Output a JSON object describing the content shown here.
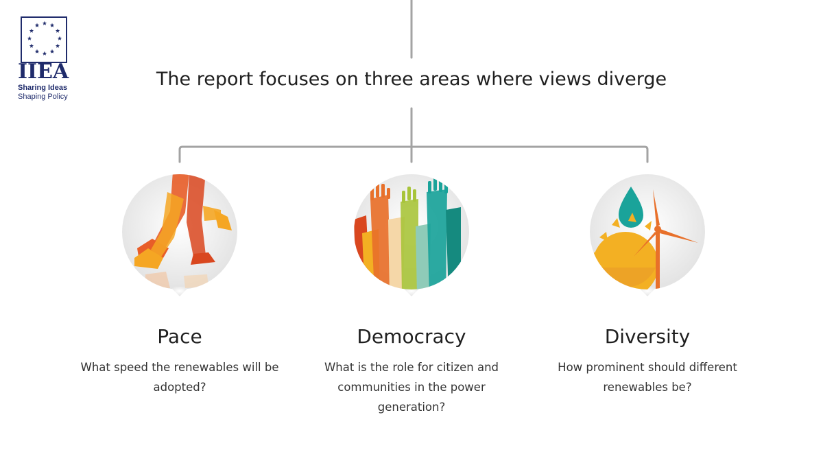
{
  "logo": {
    "name": "IIEA",
    "tagline_line1": "Sharing Ideas",
    "tagline_line2": "Shaping Policy",
    "icon": "eu-stars-icon"
  },
  "headline": "The report focuses on three areas where views diverge",
  "areas": [
    {
      "title": "Pace",
      "description": "What speed the renewables will be adopted?",
      "icon": "walking-legs-icon"
    },
    {
      "title": "Democracy",
      "description": "What is the role for citizen and communities in the power generation?",
      "icon": "raised-hands-icon"
    },
    {
      "title": "Diversity",
      "description": "How prominent should different renewables be?",
      "icon": "renewables-icon"
    }
  ],
  "colors": {
    "logo_navy": "#1f2b6b",
    "connector_gray": "#9e9e9e",
    "orange": "#e8702a",
    "yellow": "#f3b023",
    "teal": "#1aa39a"
  }
}
